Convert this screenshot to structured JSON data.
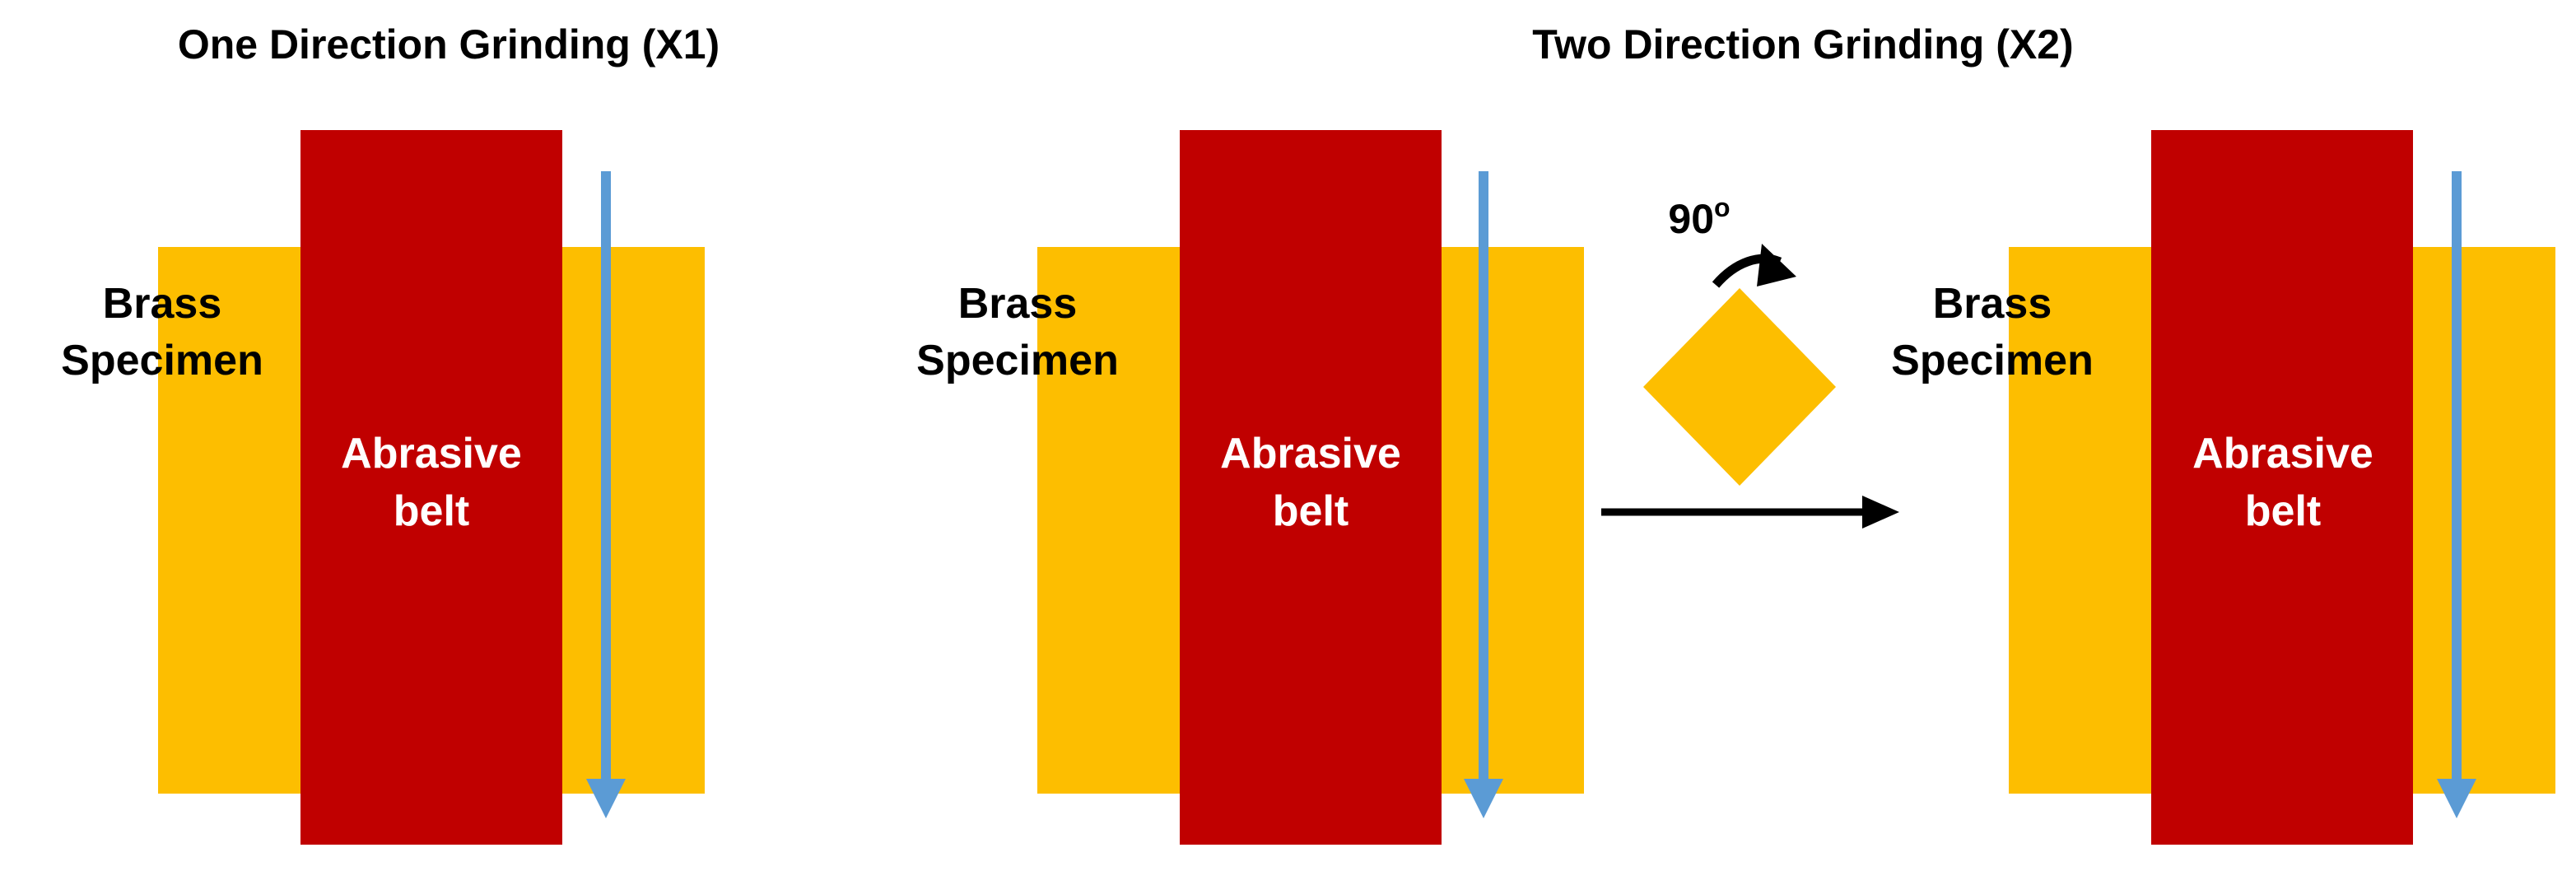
{
  "colors": {
    "brass": "#FDBE00",
    "belt": "#C00000",
    "direction_arrow": "#5B9BD5",
    "text_dark": "#000000",
    "text_light": "#FFFFFF"
  },
  "panels": {
    "one_direction": {
      "title": "One Direction Grinding (X1)",
      "specimen_label": [
        "Brass",
        "Specimen"
      ],
      "belt_label": [
        "Abrasive",
        "belt"
      ]
    },
    "two_direction": {
      "title": "Two Direction Grinding (X2)",
      "first": {
        "specimen_label": [
          "Brass",
          "Specimen"
        ],
        "belt_label": [
          "Abrasive",
          "belt"
        ]
      },
      "rotation_label": "90",
      "rotation_superscript": "o",
      "second": {
        "specimen_label": [
          "Brass",
          "Specimen"
        ],
        "belt_label": [
          "Abrasive",
          "belt"
        ]
      }
    }
  }
}
